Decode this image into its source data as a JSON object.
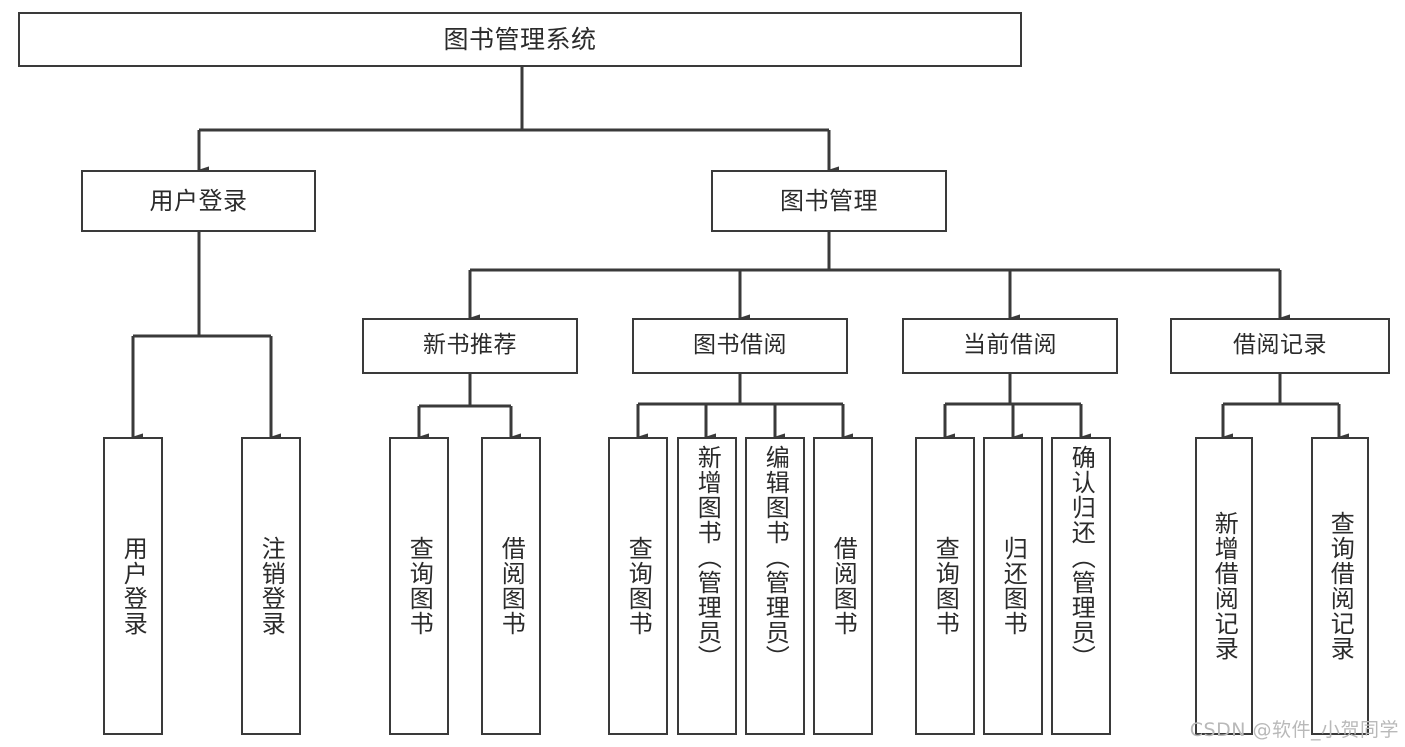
{
  "diagram": {
    "type": "tree",
    "title": "图书管理系统",
    "orientation": "top-down",
    "colors": {
      "box_border": "#3a3a3a",
      "box_fill": "#ffffff",
      "connector": "#3a3a3a",
      "text": "#2b2b2b",
      "watermark": "#b9b9b9",
      "background": "#ffffff"
    },
    "root": {
      "label": "图书管理系统"
    },
    "level1": [
      {
        "id": "user-login",
        "label": "用户登录"
      },
      {
        "id": "book-manage",
        "label": "图书管理"
      }
    ],
    "level2": [
      {
        "id": "new-book-rec",
        "label": "新书推荐",
        "parent": "book-manage"
      },
      {
        "id": "book-borrow",
        "label": "图书借阅",
        "parent": "book-manage"
      },
      {
        "id": "current-borrow",
        "label": "当前借阅",
        "parent": "book-manage"
      },
      {
        "id": "borrow-record",
        "label": "借阅记录",
        "parent": "book-manage"
      }
    ],
    "leaves": {
      "user-login": [
        {
          "id": "leaf-user-login",
          "label": "用户登录"
        },
        {
          "id": "leaf-logout",
          "label": "注销登录"
        }
      ],
      "new-book-rec": [
        {
          "id": "leaf-query-book-1",
          "label": "查询图书"
        },
        {
          "id": "leaf-borrow-book-1",
          "label": "借阅图书"
        }
      ],
      "book-borrow": [
        {
          "id": "leaf-query-book-2",
          "label": "查询图书"
        },
        {
          "id": "leaf-add-book",
          "label": "新增图书（管理员）"
        },
        {
          "id": "leaf-edit-book",
          "label": "编辑图书（管理员）"
        },
        {
          "id": "leaf-borrow-book-2",
          "label": "借阅图书"
        }
      ],
      "current-borrow": [
        {
          "id": "leaf-query-book-3",
          "label": "查询图书"
        },
        {
          "id": "leaf-return-book",
          "label": "归还图书"
        },
        {
          "id": "leaf-confirm-return",
          "label": "确认归还（管理员）"
        }
      ],
      "borrow-record": [
        {
          "id": "leaf-add-record",
          "label": "新增借阅记录"
        },
        {
          "id": "leaf-query-record",
          "label": "查询借阅记录"
        }
      ]
    }
  },
  "watermark": {
    "text": "CSDN @软件_小贺同学"
  }
}
